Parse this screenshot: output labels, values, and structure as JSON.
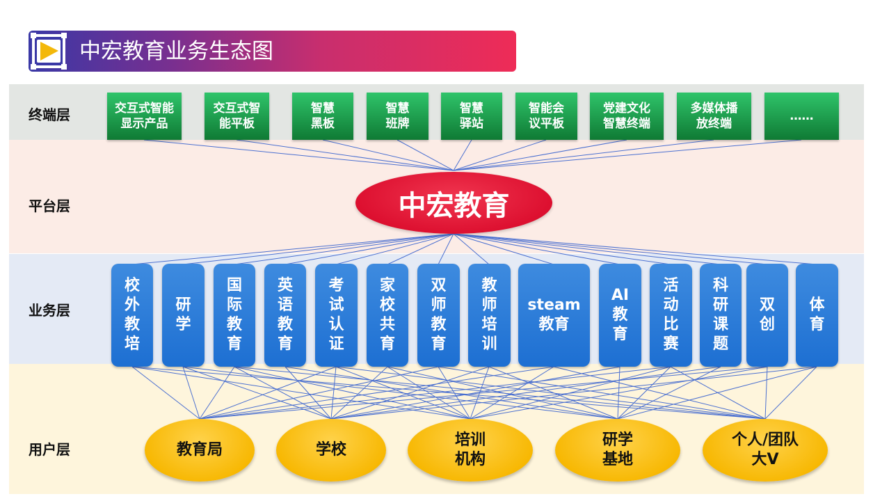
{
  "title": "中宏教育业务生态图",
  "colors": {
    "terminal_box": "#179a47",
    "hub": "#e0142f",
    "business_box": "#2a7bd8",
    "user_ellipse": "#f7b700",
    "link_line": "#4a6fd0"
  },
  "layers": {
    "terminal": "终端层",
    "platform": "平台层",
    "business": "业务层",
    "user": "用户层"
  },
  "terminals": [
    "交互式智能\n显示产品",
    "交互式智\n能平板",
    "智慧\n黑板",
    "智慧\n班牌",
    "智慧\n驿站",
    "智能会\n议平板",
    "党建文化\n智慧终端",
    "多媒体播\n放终端",
    "……"
  ],
  "hub": "中宏教育",
  "business": [
    "校\n外\n教\n培",
    "研\n学",
    "国\n际\n教\n育",
    "英\n语\n教\n育",
    "考\n试\n认\n证",
    "家\n校\n共\n育",
    "双\n师\n教\n育",
    "教\n师\n培\n训",
    "steam\n教育",
    "AI\n教\n育",
    "活\n动\n比\n赛",
    "科\n研\n课\n题",
    "双\n创",
    "体\n育"
  ],
  "users": [
    "教育局",
    "学校",
    "培训\n机构",
    "研学\n基地",
    "个人/团队\n大V"
  ]
}
